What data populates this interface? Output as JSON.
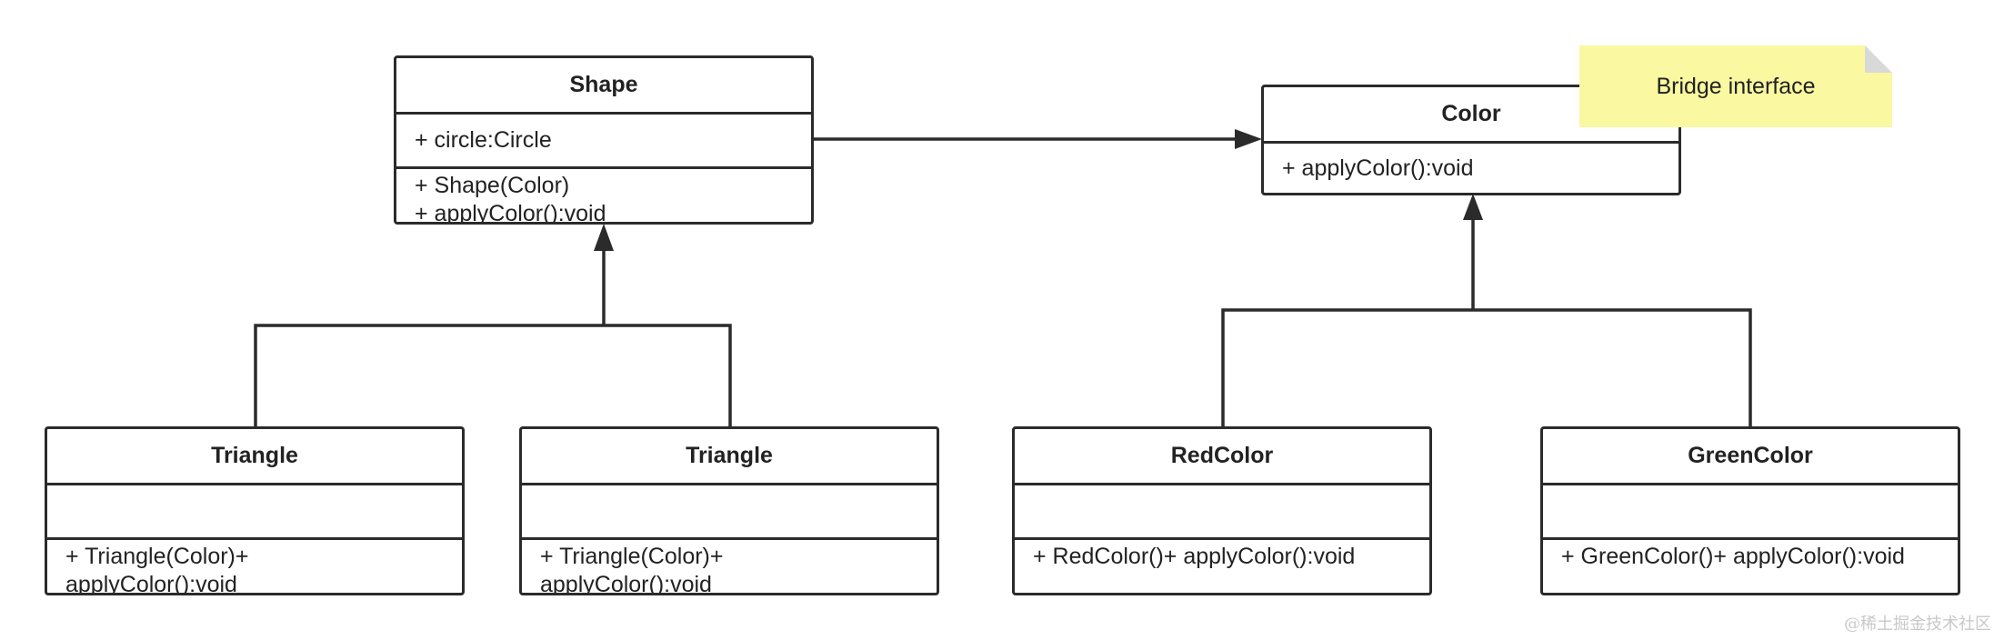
{
  "classes": {
    "shape": {
      "name": "Shape",
      "attributes": [
        "+ circle:Circle"
      ],
      "operations": [
        "+ Shape(Color)",
        "+ applyColor():void"
      ]
    },
    "color": {
      "name": "Color",
      "attributes": [],
      "operations": [
        "+ applyColor():void"
      ]
    },
    "triangle_1": {
      "name": "Triangle",
      "attributes": [],
      "operations": [
        "+ Triangle(Color)+ applyColor():void"
      ]
    },
    "triangle_2": {
      "name": "Triangle",
      "attributes": [],
      "operations": [
        "+ Triangle(Color)+ applyColor():void"
      ]
    },
    "red_color": {
      "name": "RedColor",
      "attributes": [],
      "operations": [
        "+ RedColor()+ applyColor():void"
      ]
    },
    "green_color": {
      "name": "GreenColor",
      "attributes": [],
      "operations": [
        "+ GreenColor()+ applyColor():void"
      ]
    }
  },
  "note": {
    "text": "Bridge interface",
    "color": "#faf8a0"
  },
  "relations": [
    {
      "from": "Shape",
      "to": "Color",
      "type": "association"
    },
    {
      "from": "Triangle",
      "to": "Shape",
      "type": "generalization"
    },
    {
      "from": "Triangle",
      "to": "Shape",
      "type": "generalization"
    },
    {
      "from": "RedColor",
      "to": "Color",
      "type": "generalization"
    },
    {
      "from": "GreenColor",
      "to": "Color",
      "type": "generalization"
    }
  ],
  "watermark": "@稀土掘金技术社区",
  "colors": {
    "stroke": "#2b2b2b",
    "background": "#ffffff"
  }
}
